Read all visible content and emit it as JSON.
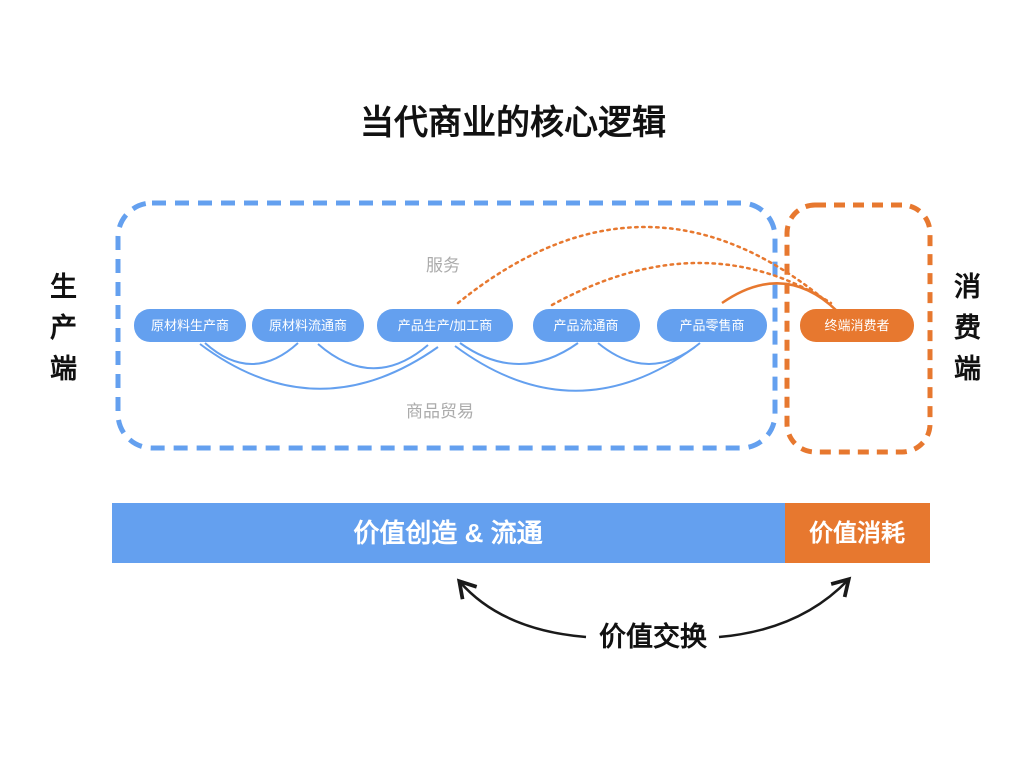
{
  "title": "当代商业的核心逻辑",
  "side_labels": {
    "left": "生产端",
    "right": "消费端"
  },
  "zones": {
    "production": {
      "service_label": "服务",
      "trade_label": "商品贸易"
    }
  },
  "nodes": [
    {
      "label": "原材料生产商"
    },
    {
      "label": "原材料流通商"
    },
    {
      "label": "产品生产/加工商"
    },
    {
      "label": "产品流通商"
    },
    {
      "label": "产品零售商"
    },
    {
      "label": "终端消费者"
    }
  ],
  "value_bar": {
    "create_label": "价值创造 & 流通",
    "consume_label": "价值消耗"
  },
  "exchange_label": "价值交换",
  "colors": {
    "blue": "#64A0EF",
    "orange": "#E7782F",
    "gray": "#ABABAB",
    "white": "#FFFFFF",
    "black": "#1A1A1A"
  }
}
